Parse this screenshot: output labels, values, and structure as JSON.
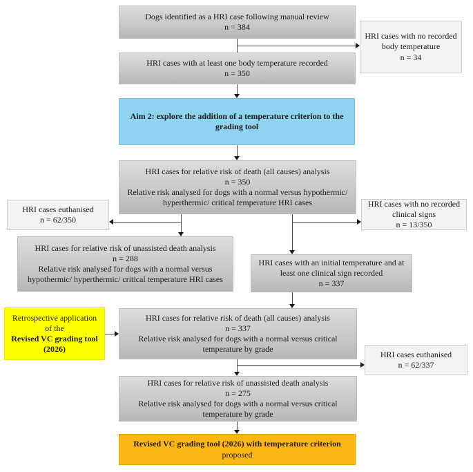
{
  "flowchart": {
    "colors": {
      "gray_box_top": "#dcdcdc",
      "gray_box_bottom": "#b7b7b7",
      "light_box": "#f3f3f3",
      "aim_blue": "#8ed4f0",
      "highlight_yellow": "#ffff00",
      "proposed_orange": "#fdb714",
      "connector": "#4d4d4d"
    },
    "boxes": {
      "manual_review": {
        "text": "Dogs identified as a HRI case following manual review",
        "n": "n = 384"
      },
      "no_body_temp": {
        "text": "HRI cases with no recorded body temperature",
        "n": "n = 34"
      },
      "temp_recorded": {
        "text": "HRI cases with at least one body temperature recorded",
        "n": "n = 350"
      },
      "aim2": {
        "text": "Aim 2: explore the addition of a temperature criterion to the grading tool"
      },
      "analysis_death_350": {
        "title": "HRI cases for relative risk of death (all causes) analysis",
        "n": "n = 350",
        "detail": "Relative risk analysed for dogs with a normal versus hypothermic/ hyperthermic/ critical temperature HRI cases"
      },
      "euthanised_350": {
        "text": "HRI cases euthanised",
        "n": "n = 62/350"
      },
      "no_clinical_signs": {
        "text": "HRI cases with no recorded clinical signs",
        "n": "n = 13/350"
      },
      "unassisted_288": {
        "title": "HRI cases for relative risk of unassisted death analysis",
        "n": "n = 288",
        "detail": "Relative risk analysed for dogs with a normal versus hypothermic/ hyperthermic/ critical temperature HRI cases"
      },
      "initial_temp": {
        "text": "HRI cases with an initial temperature and at least one clinical sign recorded",
        "n": "n = 337"
      },
      "retrospective": {
        "intro": "Retrospective application of the",
        "tool": "Revised VC grading tool (2026)"
      },
      "analysis_death_337": {
        "title": "HRI cases for relative risk of death (all causes) analysis",
        "n": "n = 337",
        "detail": "Relative risk analysed for dogs with a normal versus critical temperature by grade"
      },
      "euthanised_337": {
        "text": "HRI cases euthanised",
        "n": "n = 62/337"
      },
      "unassisted_275": {
        "title": "HRI cases for relative risk of unassisted death analysis",
        "n": "n = 275",
        "detail": "Relative risk analysed for dogs with a normal versus critical temperature by grade"
      },
      "proposed": {
        "title": "Revised VC grading tool (2026) with temperature criterion",
        "subtitle": "proposed"
      }
    }
  }
}
